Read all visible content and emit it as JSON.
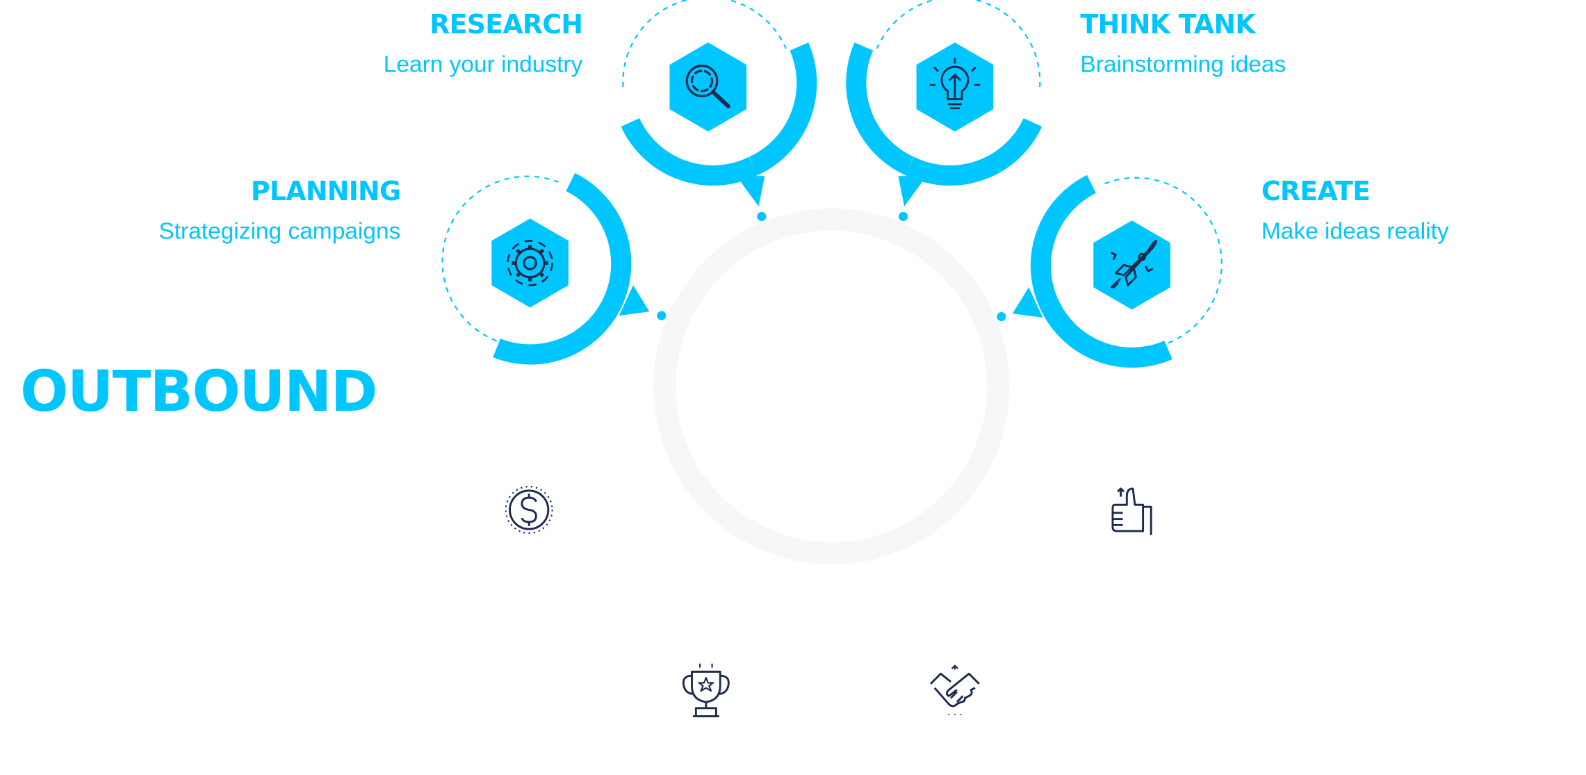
{
  "heading": "OUTBOUND",
  "colors": {
    "accent": "#00c6ff",
    "ring": "#f7f7f7",
    "icon_line": "#1d2b4f"
  },
  "steps": [
    {
      "title": "RESEARCH",
      "subtitle": "Learn your industry",
      "icon": "magnifier-icon"
    },
    {
      "title": "THINK TANK",
      "subtitle": "Brainstorming ideas",
      "icon": "lightbulb-icon"
    },
    {
      "title": "PLANNING",
      "subtitle": "Strategizing campaigns",
      "icon": "gear-icon"
    },
    {
      "title": "CREATE",
      "subtitle": "Make ideas reality",
      "icon": "rocket-icon"
    }
  ],
  "lower_icons": [
    "dollar-coin-icon",
    "thumbs-up-icon",
    "trophy-icon",
    "handshake-icon"
  ]
}
